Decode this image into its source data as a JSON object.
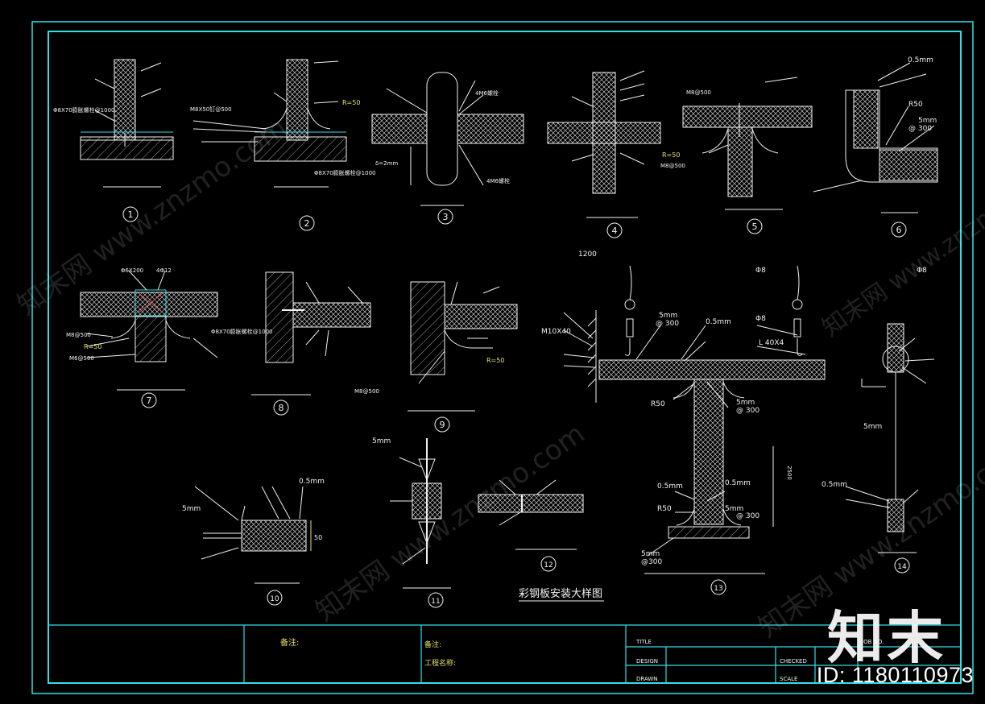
{
  "drawing": {
    "main_title": "彩钢板安装大样图",
    "detail_numbers": [
      "1",
      "2",
      "3",
      "4",
      "5",
      "6",
      "7",
      "8",
      "9",
      "10",
      "11",
      "12",
      "13",
      "14"
    ],
    "labels": {
      "d1_bolt": "Φ8X70膨胀螺栓@1000",
      "d2_r": "R=50",
      "d2_bolt_a": "M8X50钉@500",
      "d2_bolt_b": "Φ8X70膨胀螺栓@1000",
      "d3_a": "4M6螺栓",
      "d3_b": "δ=2mm",
      "d3_c": "4M6螺栓",
      "d5_a": "M8@500",
      "d5_r": "R=50",
      "d5_b": "M8@500",
      "d6_a": "0.5mm",
      "d6_r": "R50",
      "d6_b": "5mm",
      "d6_c": "@ 300",
      "d7_a": "Φ6X200",
      "d7_b": "4Φ12",
      "d7_c": "M8@500",
      "d7_r": "R=50",
      "d7_d": "M6@500",
      "d7_e": "Φ8X70膨胀螺栓@1000",
      "d9_r": "R=50",
      "d9_b": "M8@500",
      "d13_a": "1200",
      "d13_b": "M10X40",
      "d13_c": "5mm",
      "d13_d": "@ 300",
      "d13_e": "0.5mm",
      "d13_f": "Φ8",
      "d13_g": "L 40X4",
      "d13_h": "R50",
      "d13_i": "5mm",
      "d13_j": "@ 300",
      "d13_k": "2500",
      "d13_l": "0.5mm",
      "d13_m": "0.5mm",
      "d13_n": "R50",
      "d13_o": "5mm",
      "d13_p": "@ 300",
      "d13_q": "5mm",
      "d13_r": "@300",
      "d14_a": "Φ8",
      "d14_b": "5mm",
      "d14_c": "0.5mm",
      "d10_a": "0.5mm",
      "d10_b": "5mm",
      "d10_c": "50",
      "d11_a": "5mm"
    }
  },
  "title_block": {
    "remarks": "备注:",
    "project": "工程名称:",
    "title": "TITLE",
    "design": "DESIGN",
    "drawn": "DRAWN",
    "checked": "CHECKED",
    "scale": "SCALE",
    "job": "JOB NO."
  },
  "overlay": {
    "logo": "知末",
    "id_text": "ID: 1180110973",
    "watermark": "知末网 www.znzmo.com"
  },
  "colors": {
    "frame": "#2fe0e6",
    "linework": "#f2f2f2",
    "dim": "#e8e06a",
    "background": "#000000"
  }
}
